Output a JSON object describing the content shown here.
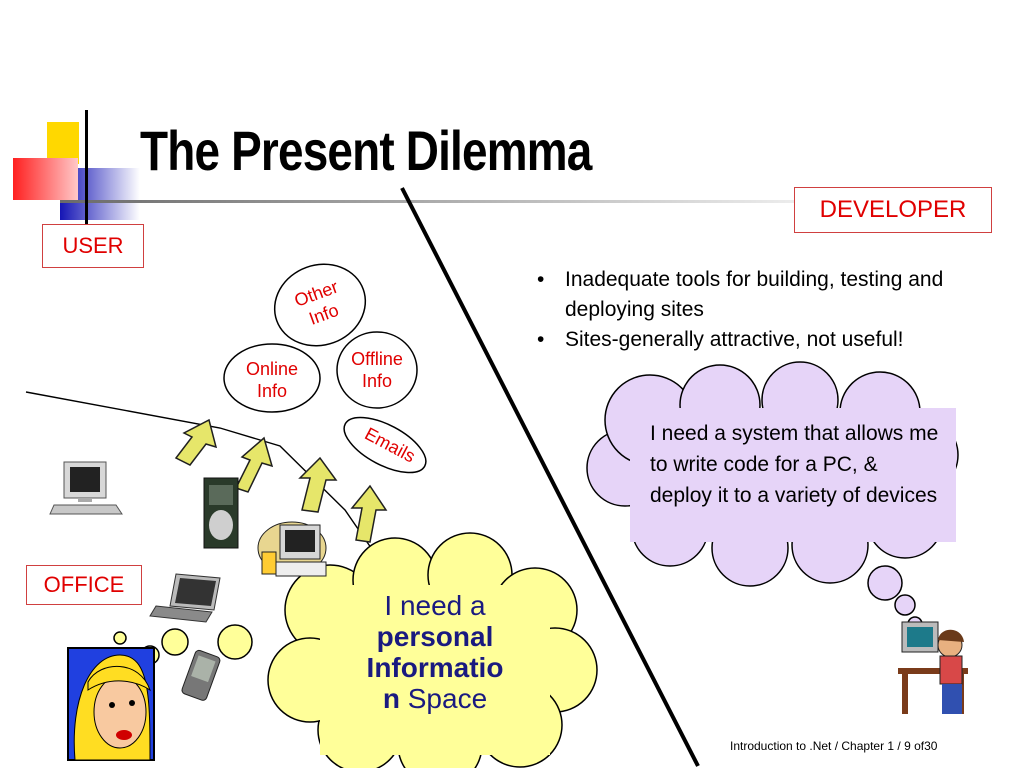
{
  "slide": {
    "title": "The Present Dilemma",
    "user_label": "USER",
    "developer_label": "DEVELOPER",
    "office_label": "OFFICE",
    "bullets": [
      "Inadequate tools for building, testing and deploying sites",
      "Sites-generally attractive, not useful!"
    ],
    "bullet_char": "•",
    "info_bubbles": {
      "other_1": "Other",
      "other_2": "Info",
      "online_1": "Online",
      "online_2": "Info",
      "offline_1": "Offline",
      "offline_2": "Info",
      "emails": "Emails"
    },
    "developer_thought": "I need a system that allows me to write code for a PC, & deploy it to a variety of devices",
    "user_thought": {
      "line1": "I need a",
      "line2": "personal",
      "line3": "Informatio",
      "line4_bold": "n",
      "line4_rest": " Space"
    },
    "footer": "Introduction to .Net / Chapter 1 / 9 of30"
  },
  "colors": {
    "accent_red": "#e00000",
    "cloud_purple": "#e6d4f8",
    "cloud_yellow": "#ffff99",
    "arrow_olive": "#e8e870",
    "deco_yellow": "#ffd800",
    "deco_blue": "#2020c0",
    "deco_red": "#ff3030"
  }
}
